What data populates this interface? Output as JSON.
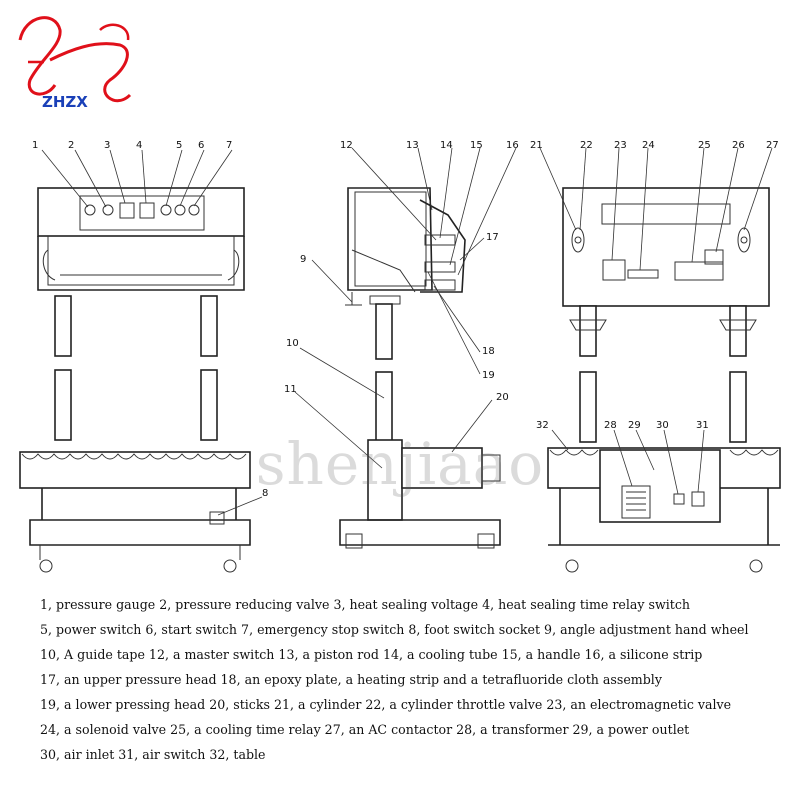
{
  "brand": {
    "logo_text": "ZHZX",
    "color": "#e0101a",
    "accent": "#1a40b8"
  },
  "watermark": "shenjiaao",
  "callouts": {
    "front": [
      "1",
      "2",
      "3",
      "4",
      "5",
      "6",
      "7",
      "8"
    ],
    "side": [
      "9",
      "10",
      "11",
      "12",
      "13",
      "14",
      "15",
      "16",
      "17",
      "18",
      "19",
      "20"
    ],
    "back": [
      "21",
      "22",
      "23",
      "24",
      "25",
      "26",
      "27",
      "28",
      "29",
      "30",
      "31",
      "32"
    ]
  },
  "legend": [
    "1, pressure gauge 2, pressure reducing valve 3, heat sealing voltage 4, heat sealing time relay switch",
    "5, power switch 6, start switch 7, emergency stop switch 8, foot switch socket 9, angle adjustment hand wheel",
    "10, A guide tape 12, a master switch 13, a piston rod 14, a cooling tube 15, a handle 16, a silicone strip",
    "17, an upper pressure head 18, an epoxy plate, a heating strip and a tetrafluoride cloth assembly",
    "19, a lower pressing head 20,  sticks 21, a cylinder 22, a cylinder throttle valve 23, an electromagnetic valve",
    "24, a solenoid valve 25, a cooling time relay 27, an AC contactor 28, a transformer 29, a power outlet",
    "30, air inlet 31, air switch 32, table"
  ]
}
